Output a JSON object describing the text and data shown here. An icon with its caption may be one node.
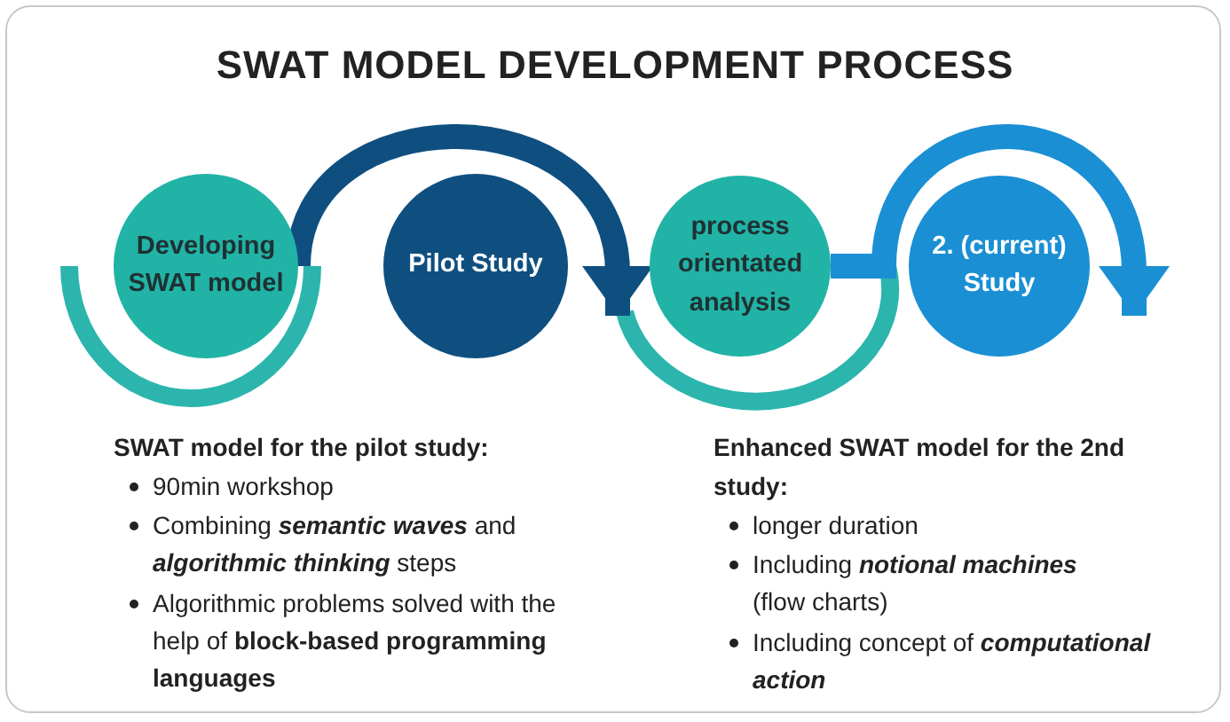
{
  "diagram": {
    "title": "SWAT MODEL DEVELOPMENT PROCESS",
    "nodes": [
      {
        "text": [
          "Developing SWAT model"
        ]
      },
      {
        "text": [
          "Pilot Study"
        ]
      },
      {
        "text": [
          "process orientated analysis"
        ]
      },
      {
        "text": [
          "2. (current) Study"
        ]
      }
    ],
    "edges": [
      {
        "from": 0,
        "to": 2,
        "arrow": "to",
        "color": "#0f4f80"
      },
      {
        "from": 2,
        "to": 3,
        "arrow": "to",
        "color": "#1a8fd4"
      }
    ],
    "labels": [
      "SWAT model for the pilot study:",
      "90min workshop",
      "Combining *semantic waves* and *algorithmic thinking* steps",
      "Algorithmic problems solved with the help of **block-based programming languages**",
      "Enhanced SWAT model for the 2nd study:",
      "longer duration",
      "Including *notional machines* (flow charts)",
      "Including concept of *computational action*"
    ]
  }
}
